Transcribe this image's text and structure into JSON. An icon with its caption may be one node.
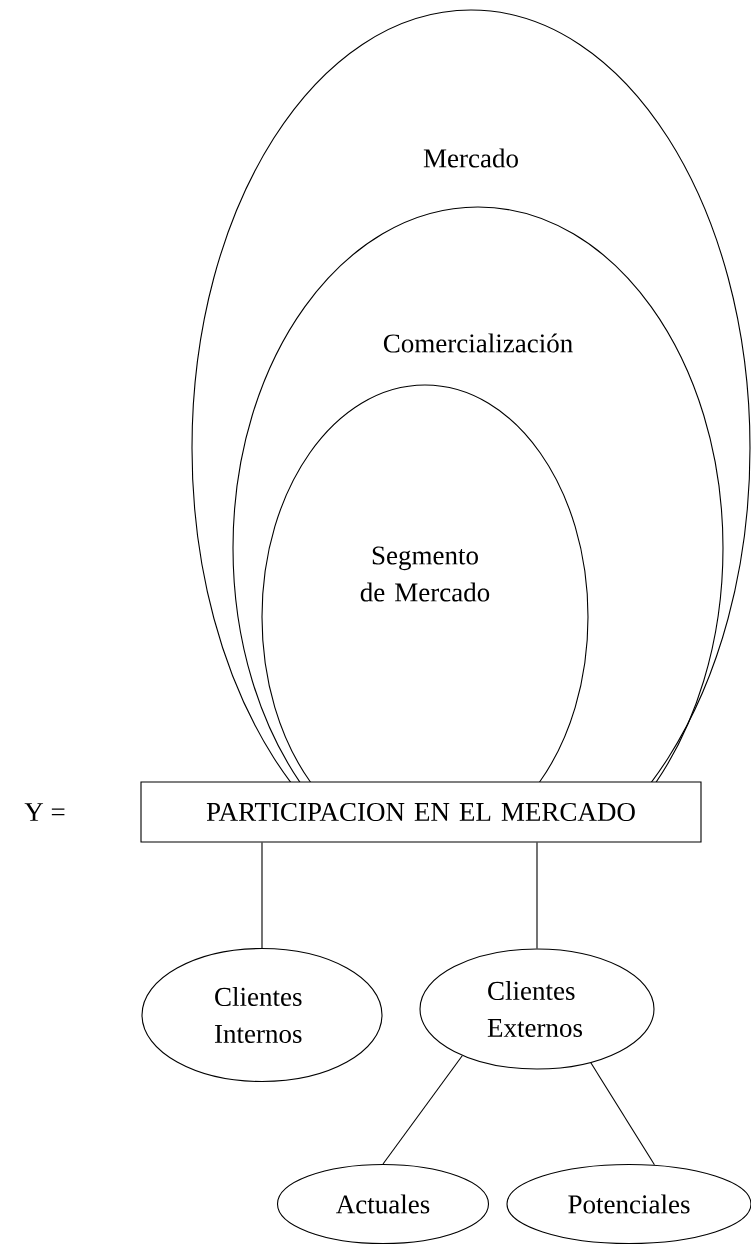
{
  "diagram": {
    "nodes": [
      {
        "text": [
          "Mercado"
        ]
      },
      {
        "text": [
          "Comercialización"
        ],
        "in": 0
      },
      {
        "text": [
          "Segmento de Mercado"
        ],
        "in": 1
      },
      {
        "text": [
          "PARTICIPACION EN EL MERCADO"
        ]
      },
      {
        "text": [
          "Clientes Internos"
        ]
      },
      {
        "text": [
          "Clientes Externos"
        ]
      },
      {
        "text": [
          "Actuales"
        ]
      },
      {
        "text": [
          "Potenciales"
        ]
      }
    ],
    "edges": [
      {
        "from": 3,
        "to": 4,
        "arrow": "none"
      },
      {
        "from": 3,
        "to": 5,
        "arrow": "none"
      },
      {
        "from": 5,
        "to": 6,
        "arrow": "none"
      },
      {
        "from": 5,
        "to": 7,
        "arrow": "none"
      }
    ],
    "labels": [
      "Y ="
    ]
  }
}
